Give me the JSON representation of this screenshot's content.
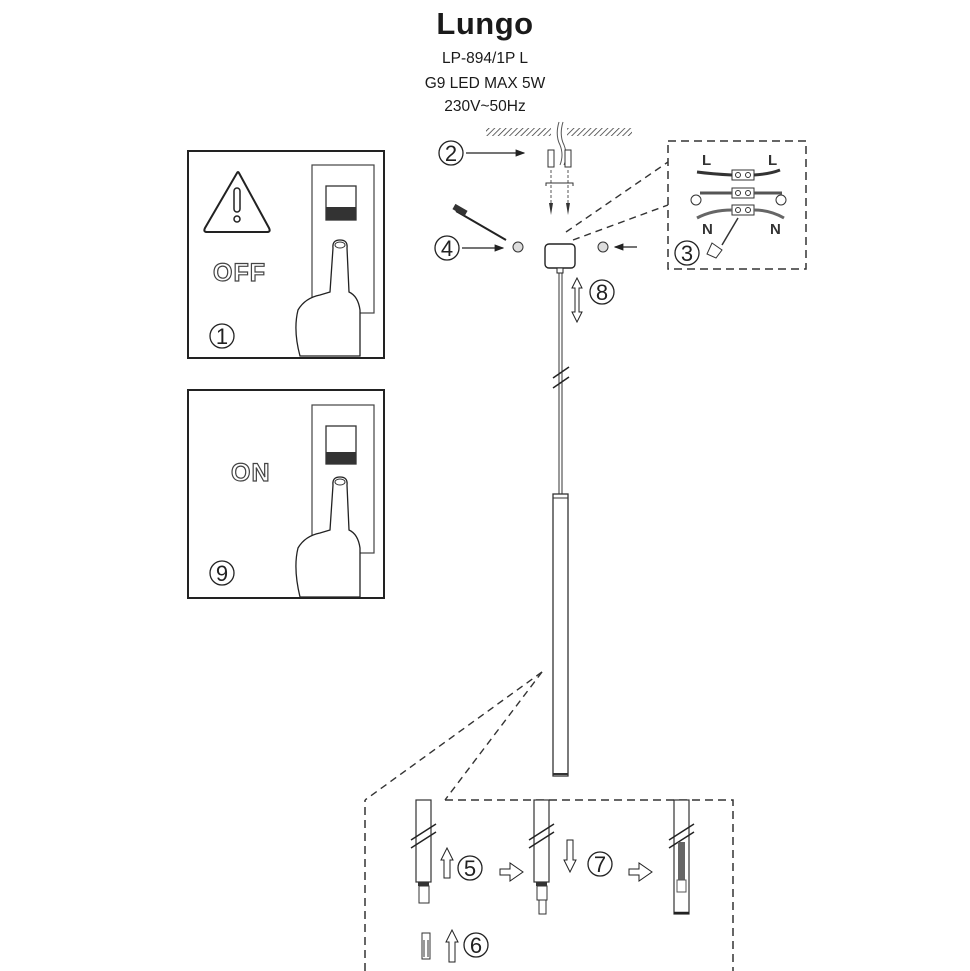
{
  "header": {
    "title": "Lungo",
    "model": "LP-894/1P L",
    "bulb": "G9 LED MAX 5W",
    "voltage": "230V~50Hz"
  },
  "panels": {
    "off": {
      "label": "OFF",
      "step": "1"
    },
    "on": {
      "label": "ON",
      "step": "9"
    }
  },
  "steps": {
    "mount": "2",
    "wiring": "3",
    "screw": "4",
    "bulb_insert": "5",
    "bulb": "6",
    "cover": "7",
    "height": "8"
  },
  "wiring": {
    "live_left": "L",
    "live_right": "L",
    "neutral_left": "N",
    "neutral_right": "N"
  },
  "colors": {
    "line": "#2a2a2a",
    "dash": "#333333",
    "background": "#ffffff"
  }
}
